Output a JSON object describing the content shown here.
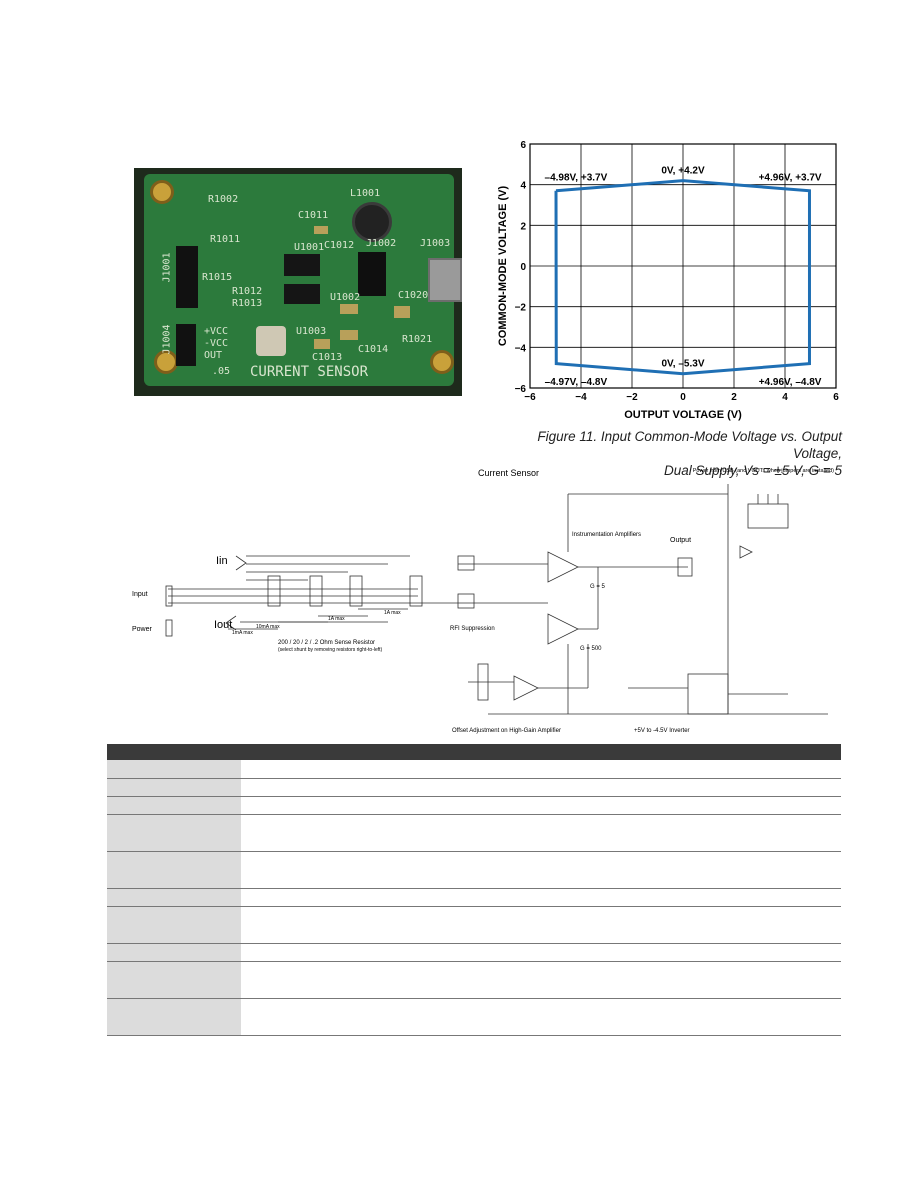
{
  "photo": {
    "silk_labels": {
      "sensor_name": "CURRENT SENSOR",
      "vcc": "+VCC",
      "neg_vcc": "-VCC",
      "out": "OUT",
      "l1001": "L1001",
      "c1011": "C1011",
      "j1003": "J1003",
      "j1001": "J1001",
      "j1002": "J1002",
      "u1001": "U1001",
      "u1002": "U1002",
      "u1003": "U1003",
      "c1012": "C1012",
      "c1013": "C1013",
      "c1014": "C1014",
      "r1011": "R1011",
      "r1012": "R1012",
      "r1013": "R1013",
      "r1015": "R1015",
      "j1004": "J1004",
      "c1020": "C1020",
      "r1021": "R1021",
      "r1002": "R1002",
      "d05": ".05"
    }
  },
  "figure": {
    "caption_line1": "Figure 11. Input Common-Mode Voltage vs. Output Voltage,",
    "caption_line2": "Dual Supply, Vs = ±5 V, G = 5"
  },
  "chart_data": {
    "type": "line",
    "xlabel": "OUTPUT VOLTAGE (V)",
    "ylabel": "COMMON-MODE VOLTAGE (V)",
    "xlim": [
      -6,
      6
    ],
    "ylim": [
      -6,
      6
    ],
    "xticks": [
      "-6",
      "-4",
      "-2",
      "0",
      "2",
      "4",
      "6"
    ],
    "yticks": [
      "6",
      "4",
      "2",
      "0",
      "-2",
      "-4",
      "-6"
    ],
    "grid": true,
    "line_color": "#1f6fb4",
    "series": [
      {
        "x": [
          -4.98,
          0,
          4.96,
          4.96,
          0,
          -4.97,
          -4.98
        ],
        "y": [
          3.7,
          4.2,
          3.7,
          -4.8,
          -5.3,
          -4.8,
          3.7
        ]
      }
    ],
    "annotations": [
      {
        "text": "–4.98V, +3.7V",
        "x": -4.2,
        "y": 4.4
      },
      {
        "text": "0V, +4.2V",
        "x": 0,
        "y": 4.75
      },
      {
        "text": "+4.96V, +3.7V",
        "x": 4.2,
        "y": 4.4
      },
      {
        "text": "0V, –5.3V",
        "x": 0,
        "y": -4.75
      },
      {
        "text": "–4.97V, –4.8V",
        "x": -4.2,
        "y": -5.65
      },
      {
        "text": "+4.96V, –4.8V",
        "x": 4.2,
        "y": -5.65
      }
    ]
  },
  "schematic": {
    "title": "Current Sensor",
    "power_note": "Power from USB (and VOUTs when jumpers are installed)",
    "iin": "Iin",
    "iout": "Iout",
    "input": "Input",
    "power": "Power",
    "range_10ma": "10mA max",
    "range_1ma": "1mA max",
    "range_1a_a": "1A max",
    "range_1a_b": "1A max",
    "sense_resistor": "200 / 20 / 2 / .2 Ohm Sense Resistor",
    "sense_note": "(select shunt by removing resistors right-to-left)",
    "rfi": "RFI Suppression",
    "inamps": "Instrumentation Amplifiers",
    "output": "Output",
    "g5": "G = 5",
    "g500": "G = 500",
    "offset": "Offset Adjustment on High-Gain Amplifier",
    "inverter": "+5V to -4.5V Inverter"
  },
  "table": {
    "row_count": 10
  }
}
